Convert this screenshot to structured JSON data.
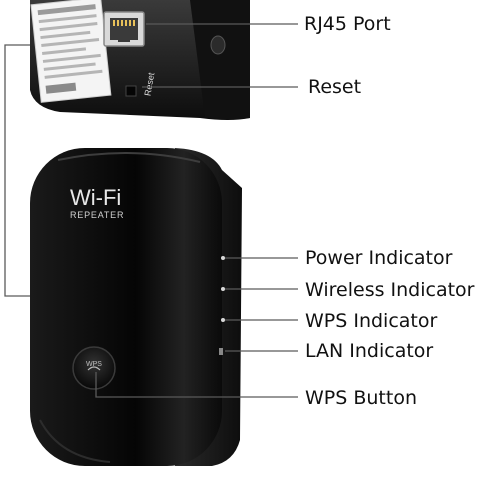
{
  "device": {
    "brand_text": "Wi-Fi",
    "model_text": "REPEATER",
    "wps_button_text": "WPS",
    "reset_port_text": "Reset"
  },
  "callouts": [
    {
      "id": "rj45",
      "label": "RJ45 Port"
    },
    {
      "id": "reset",
      "label": "Reset"
    },
    {
      "id": "power",
      "label": "Power Indicator"
    },
    {
      "id": "wireless",
      "label": "Wireless Indicator"
    },
    {
      "id": "wps-led",
      "label": "WPS Indicator"
    },
    {
      "id": "lan",
      "label": "LAN Indicator"
    },
    {
      "id": "wps-btn",
      "label": "WPS Button"
    }
  ],
  "colors": {
    "callout_line": "#5a5a5a",
    "device_body": "#0b0b0b",
    "indicator_led": "#d8d8d8"
  }
}
